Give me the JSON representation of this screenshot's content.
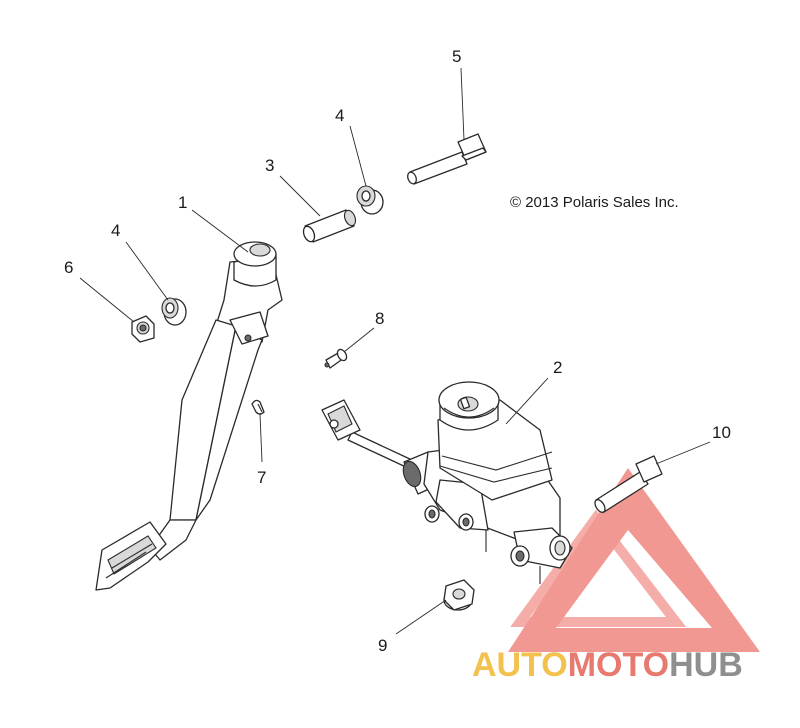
{
  "copyright": "© 2013 Polaris Sales Inc.",
  "callouts": [
    "1",
    "2",
    "3",
    "4",
    "4",
    "5",
    "6",
    "7",
    "8",
    "9",
    "10"
  ],
  "watermark": {
    "part1": "AUTO",
    "part2": "MOTO",
    "part3": "HUB",
    "colors": {
      "auto": "#f2c14e",
      "moto": "#e8796f",
      "hub": "#8f8f8f",
      "triangle": "#e8453c"
    }
  }
}
